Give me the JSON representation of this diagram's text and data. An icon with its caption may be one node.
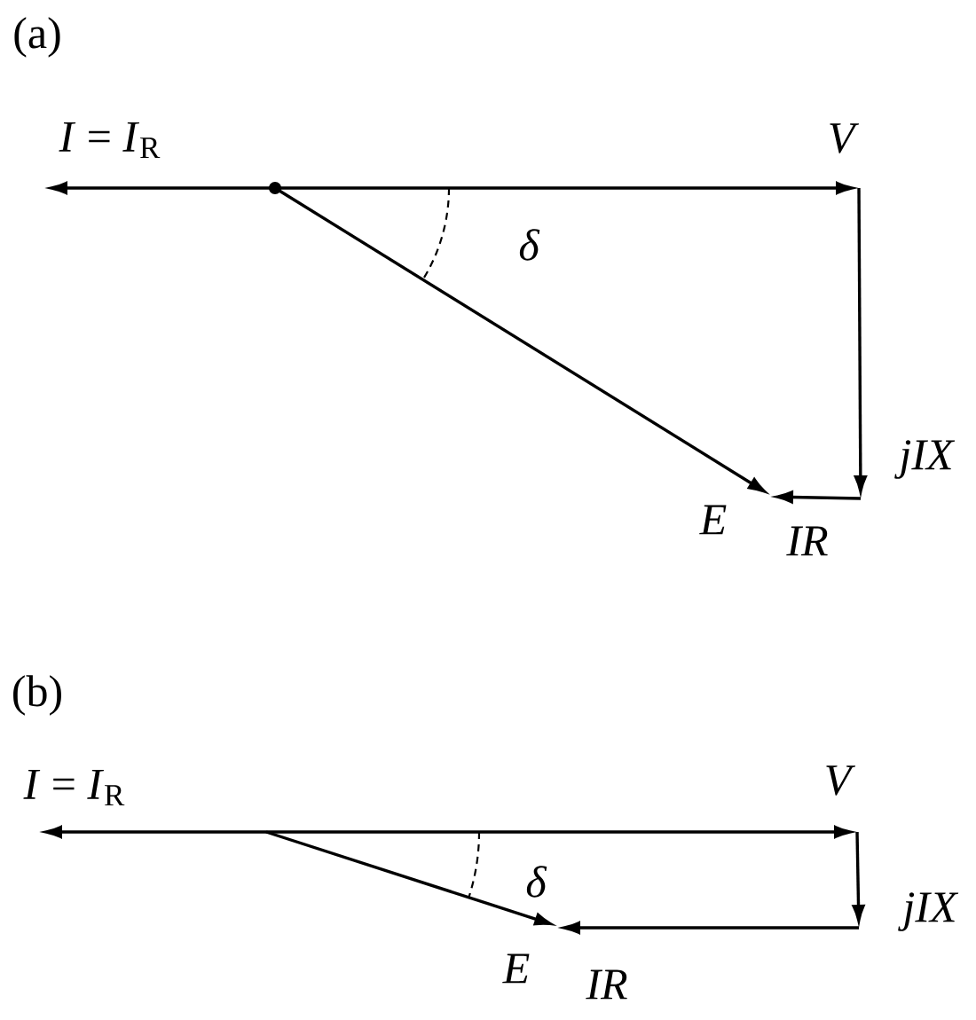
{
  "diagram": {
    "nodes": [
      {
        "text": [],
        "shape": "circle"
      },
      {
        "text": [
          "*I* = *I*$_{R}$"
        ]
      },
      {
        "text": [
          "V"
        ]
      },
      {
        "text": [
          "jIX"
        ]
      },
      {
        "text": [
          "E"
        ]
      },
      {
        "text": [
          "IR"
        ]
      },
      {
        "text": [
          "*I* = *I*$_{R}$"
        ]
      },
      {
        "text": [
          "V"
        ]
      },
      {
        "text": [
          "jIX"
        ]
      },
      {
        "text": [
          "E"
        ]
      },
      {
        "text": [
          "IR"
        ]
      }
    ],
    "edges": [
      {
        "from": 0,
        "to": 1,
        "arrow": "to"
      },
      {
        "from": 0,
        "to": 2,
        "arrow": "to"
      },
      {
        "from": 2,
        "to": 3,
        "arrow": "to"
      },
      {
        "from": 3,
        "to": 5,
        "arrow": "to"
      },
      {
        "from": 0,
        "to": 4,
        "arrow": "to"
      },
      {
        "from": null,
        "to": 6,
        "arrow": "to"
      },
      {
        "from": null,
        "to": 7,
        "arrow": "to"
      },
      {
        "from": 7,
        "to": 8,
        "arrow": "to"
      },
      {
        "from": 8,
        "to": 10,
        "arrow": "to"
      },
      {
        "from": null,
        "to": 9,
        "arrow": "to"
      }
    ],
    "labels": [
      "(a)",
      "δ",
      "(b)",
      "δ"
    ]
  }
}
